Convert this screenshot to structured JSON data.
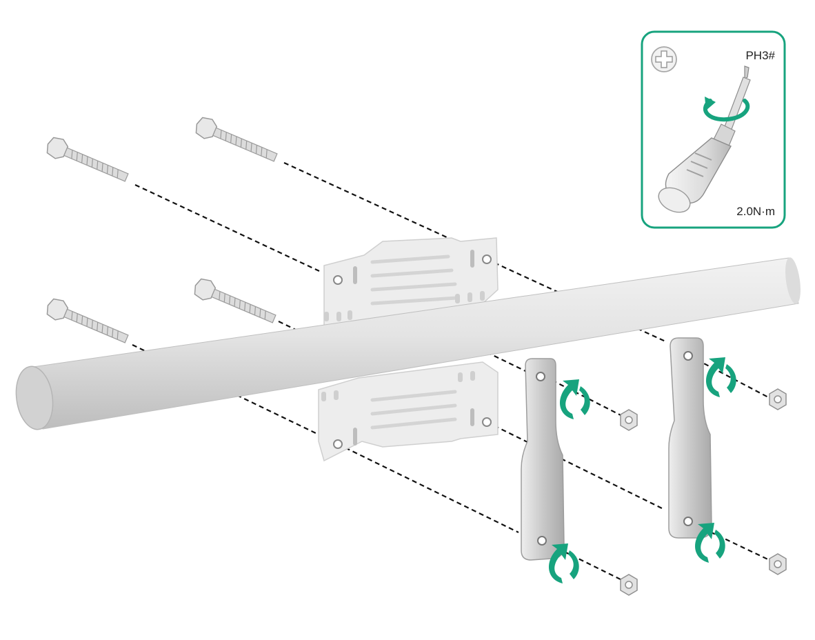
{
  "tool_panel": {
    "bit_size": "PH3#",
    "torque": "2.0N·m",
    "bit_type_icon": "phillips-cross-icon",
    "tool_icon": "torque-screwdriver-icon"
  },
  "colors": {
    "accent": "#17a37e",
    "panel_border": "#17a37e",
    "pipe": "#d9d9d9",
    "bracket": "#e6e6e6",
    "clamp_strap": "#c2c2c2",
    "dash_line": "#111111"
  },
  "parts": {
    "screws": 4,
    "clamp_straps": 2,
    "nuts": 4,
    "rotation_arrows": 4
  }
}
